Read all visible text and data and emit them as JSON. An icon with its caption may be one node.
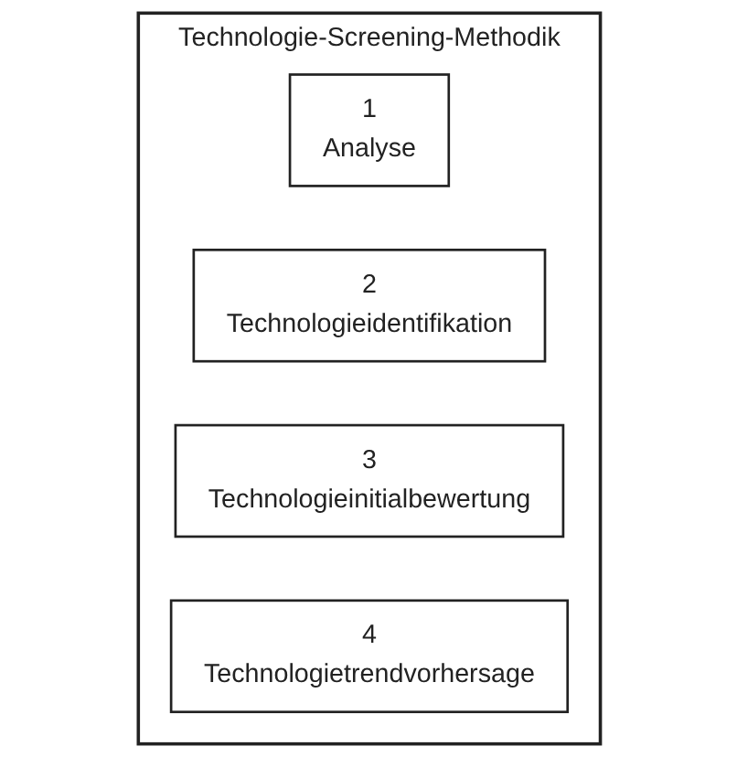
{
  "diagram": {
    "nodes": [
      {
        "text": [
          "Technologie-Screening-Methodik"
        ]
      },
      {
        "text": [
          "1",
          "Analyse"
        ],
        "in": 0
      },
      {
        "text": [
          "2",
          "Technologieidentifikation"
        ],
        "in": 0
      },
      {
        "text": [
          "3",
          "Technologieinitialbewertung"
        ],
        "in": 0
      },
      {
        "text": [
          "4",
          "Technologietrendvorhersage"
        ],
        "in": 0
      }
    ],
    "edges": []
  }
}
